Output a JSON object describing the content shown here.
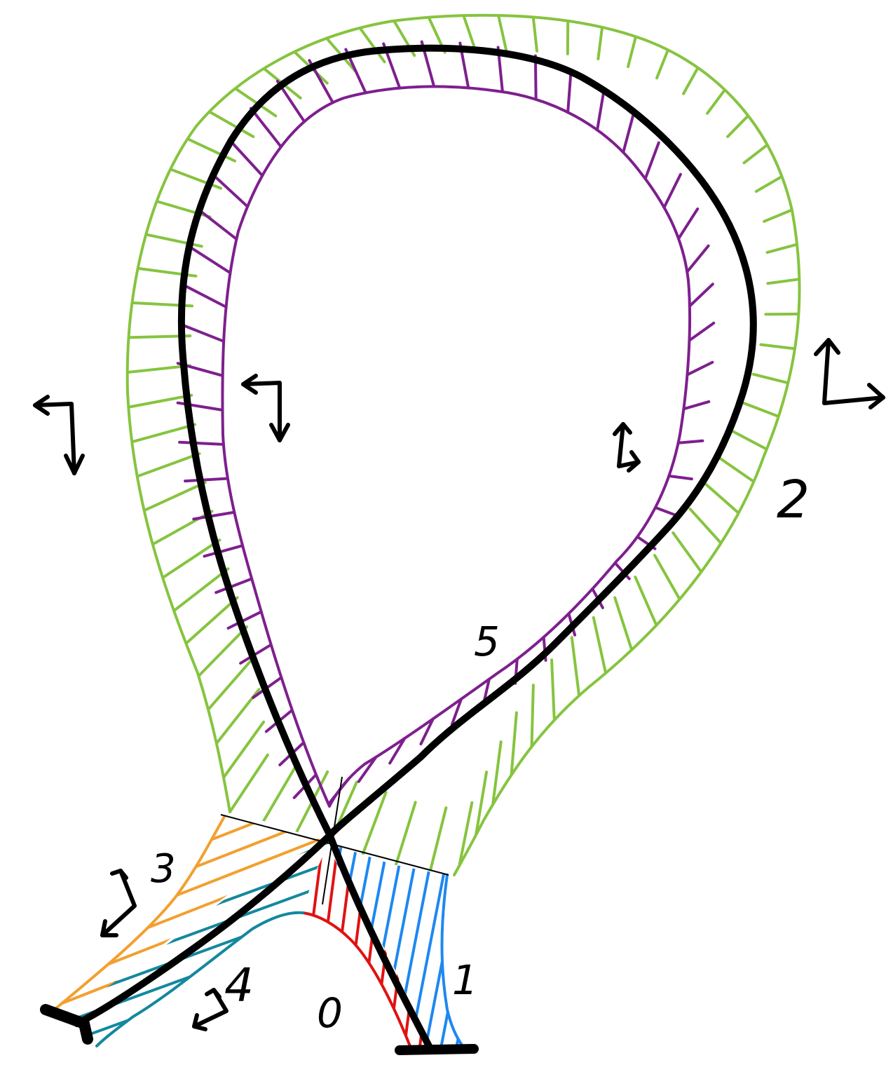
{
  "labels": {
    "region_0": "0",
    "region_1": "1",
    "region_2": "2",
    "region_3": "3",
    "region_4": "4",
    "region_5": "5"
  },
  "colors": {
    "stroke_main": "#000000",
    "region_0": "#e01212",
    "region_1": "#1e88f0",
    "region_2": "#86c440",
    "region_3": "#f2a030",
    "region_4": "#14889e",
    "region_5": "#7e1f8e"
  },
  "icons": [
    "corner-arrows-icon",
    "rotated-frame-icon"
  ]
}
